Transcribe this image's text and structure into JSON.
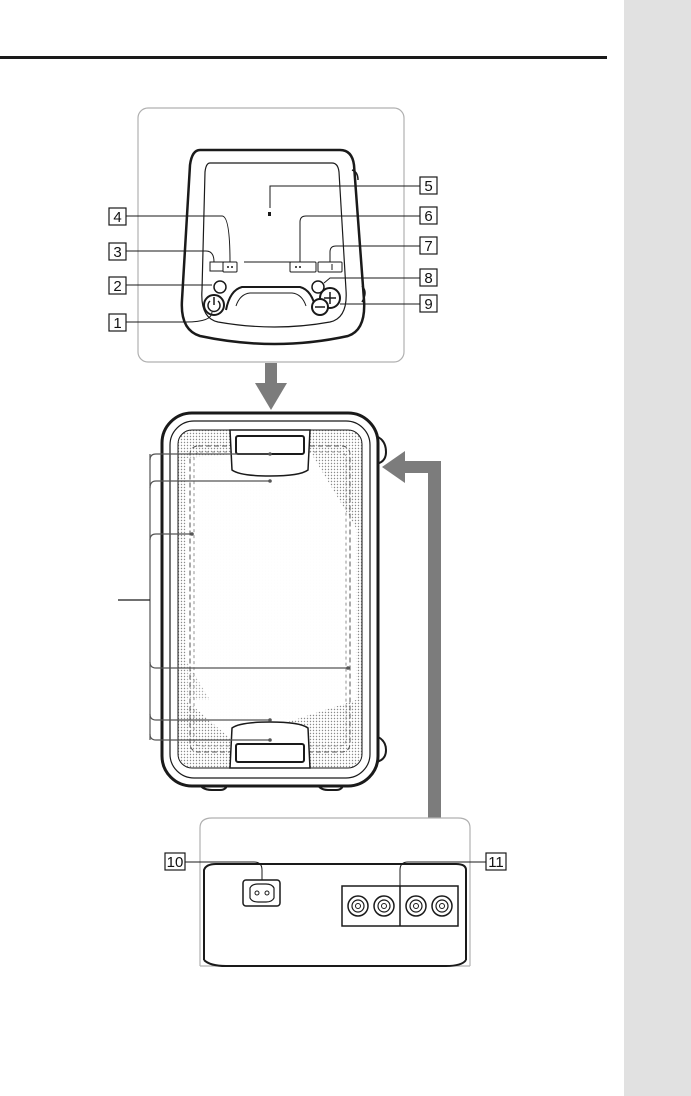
{
  "callouts": [
    "1",
    "2",
    "3",
    "4",
    "5",
    "6",
    "7",
    "8",
    "9",
    "10",
    "11"
  ],
  "icons": {
    "power": "power-icon",
    "volume_down": "minus-circle-icon",
    "volume_up": "plus-circle-icon",
    "ac_inlet": "ac-inlet-icon",
    "audio_jacks": "rca-jack-icon"
  },
  "colors": {
    "line": "#1a1a1a",
    "inset_border": "#b0b0b0",
    "arrow": "#7c7c7c",
    "side_tab": "#e1e1e1"
  }
}
